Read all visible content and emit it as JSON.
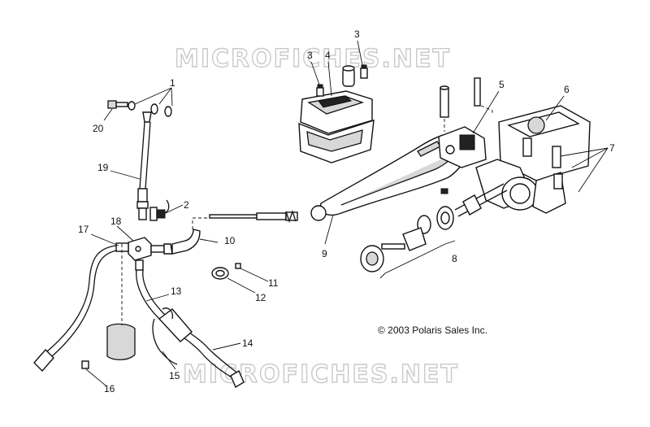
{
  "watermark": "MICROFICHES.NET",
  "copyright": "© 2003 Polaris Sales Inc.",
  "callouts": [
    "1",
    "2",
    "3",
    "3",
    "4",
    "5",
    "6",
    "7",
    "8",
    "9",
    "10",
    "11",
    "12",
    "13",
    "14",
    "15",
    "16",
    "17",
    "18",
    "19",
    "20"
  ]
}
